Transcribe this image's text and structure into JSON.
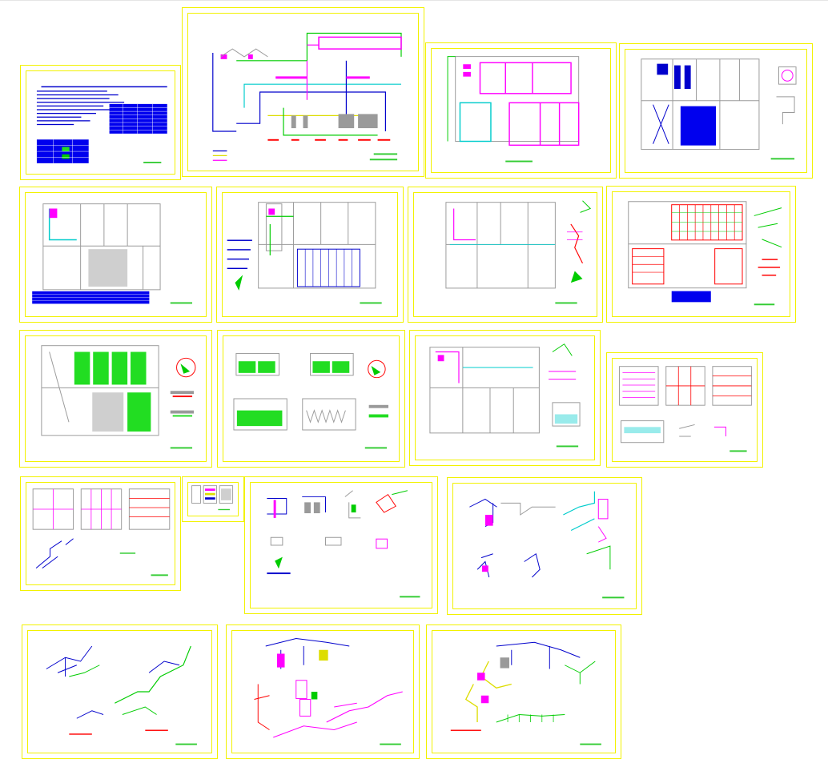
{
  "drawing_set": {
    "background_color": "#ffffff",
    "frame_color": "#f2f200",
    "line_colors": {
      "walls": "#9a9a9a",
      "pipe_blue": "#0000cc",
      "pipe_magenta": "#ff00ff",
      "pipe_green": "#00cc00",
      "pipe_cyan": "#00cccc",
      "pipe_red": "#ff0000",
      "pipe_yellow": "#dddd00",
      "text_green": "#33cc33",
      "fill_green": "#22dd22",
      "fill_blue": "#0000ee"
    },
    "sheets": [
      {
        "id": "s01",
        "kind": "notes-table"
      },
      {
        "id": "s02",
        "kind": "process-flow"
      },
      {
        "id": "s03",
        "kind": "general-layout"
      },
      {
        "id": "s04",
        "kind": "plan-with-tank-detail"
      },
      {
        "id": "s05",
        "kind": "floor-plan"
      },
      {
        "id": "s06",
        "kind": "floor-plan"
      },
      {
        "id": "s07",
        "kind": "floor-plan"
      },
      {
        "id": "s08",
        "kind": "floor-plan-red-grid"
      },
      {
        "id": "s09",
        "kind": "floor-plan-green-fill"
      },
      {
        "id": "s10",
        "kind": "tank-sections"
      },
      {
        "id": "s11",
        "kind": "floor-plan-details"
      },
      {
        "id": "s12",
        "kind": "grid-details"
      },
      {
        "id": "s13",
        "kind": "grid-details-small"
      },
      {
        "id": "s14",
        "kind": "small-table"
      },
      {
        "id": "s15",
        "kind": "equipment-details"
      },
      {
        "id": "s16",
        "kind": "isometric-piping"
      },
      {
        "id": "s17",
        "kind": "isometric-piping"
      },
      {
        "id": "s18",
        "kind": "isometric-piping"
      },
      {
        "id": "s19",
        "kind": "isometric-piping"
      }
    ]
  }
}
